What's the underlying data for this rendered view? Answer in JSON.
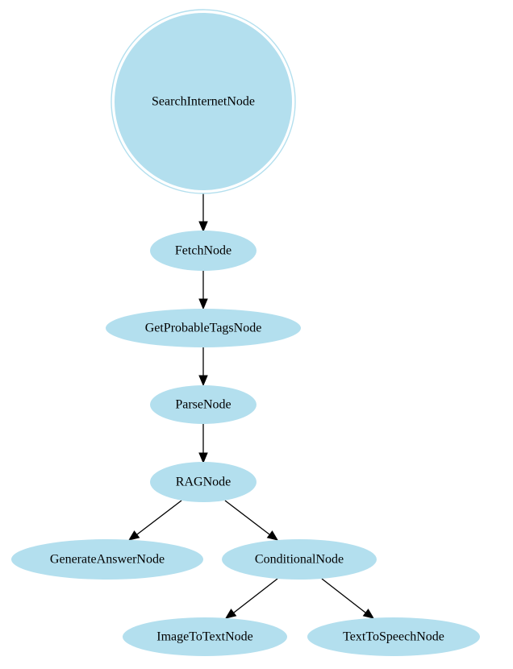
{
  "colors": {
    "node_fill": "#b3dfee",
    "edge": "#000000",
    "background": "#ffffff"
  },
  "nodes": {
    "search_internet": {
      "label": "SearchInternetNode",
      "shape": "doublecircle"
    },
    "fetch": {
      "label": "FetchNode",
      "shape": "ellipse"
    },
    "get_probable_tags": {
      "label": "GetProbableTagsNode",
      "shape": "ellipse"
    },
    "parse": {
      "label": "ParseNode",
      "shape": "ellipse"
    },
    "rag": {
      "label": "RAGNode",
      "shape": "ellipse"
    },
    "generate_answer": {
      "label": "GenerateAnswerNode",
      "shape": "ellipse"
    },
    "conditional": {
      "label": "ConditionalNode",
      "shape": "ellipse"
    },
    "image_to_text": {
      "label": "ImageToTextNode",
      "shape": "ellipse"
    },
    "text_to_speech": {
      "label": "TextToSpeechNode",
      "shape": "ellipse"
    }
  },
  "edges": [
    {
      "from": "search_internet",
      "to": "fetch"
    },
    {
      "from": "fetch",
      "to": "get_probable_tags"
    },
    {
      "from": "get_probable_tags",
      "to": "parse"
    },
    {
      "from": "parse",
      "to": "rag"
    },
    {
      "from": "rag",
      "to": "generate_answer"
    },
    {
      "from": "rag",
      "to": "conditional"
    },
    {
      "from": "conditional",
      "to": "image_to_text"
    },
    {
      "from": "conditional",
      "to": "text_to_speech"
    }
  ]
}
